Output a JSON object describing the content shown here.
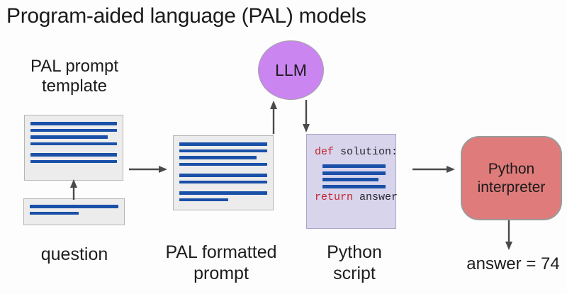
{
  "title": "Program-aided language (PAL) models",
  "nodes": {
    "template_label": "PAL prompt template",
    "question_label": "question",
    "formatted_label": "PAL formatted prompt",
    "llm_label": "LLM",
    "script_label": "Python script",
    "interpreter_label": "Python interpreter",
    "answer_label": "answer = 74"
  },
  "code": {
    "line1_keyword": "def",
    "line1_rest": " solution:",
    "line2_keyword": "return",
    "line2_rest": " answer"
  },
  "doc_bars": {
    "template": [
      100,
      100,
      89,
      100,
      0,
      100,
      100
    ],
    "question": [
      100,
      55
    ],
    "formatted": [
      100,
      100,
      88,
      100,
      0,
      100,
      100,
      0,
      100,
      56
    ],
    "script": [
      100,
      100,
      89,
      100
    ]
  },
  "colors": {
    "text_line_blue": "#1a50a8",
    "llm_fill": "#cb85f1",
    "script_fill": "#d7d4ec",
    "interpreter_fill": "#e07b7b",
    "doc_fill": "#ececec",
    "keyword_red": "#c4232c",
    "arrow_gray": "#4a4a4a"
  }
}
